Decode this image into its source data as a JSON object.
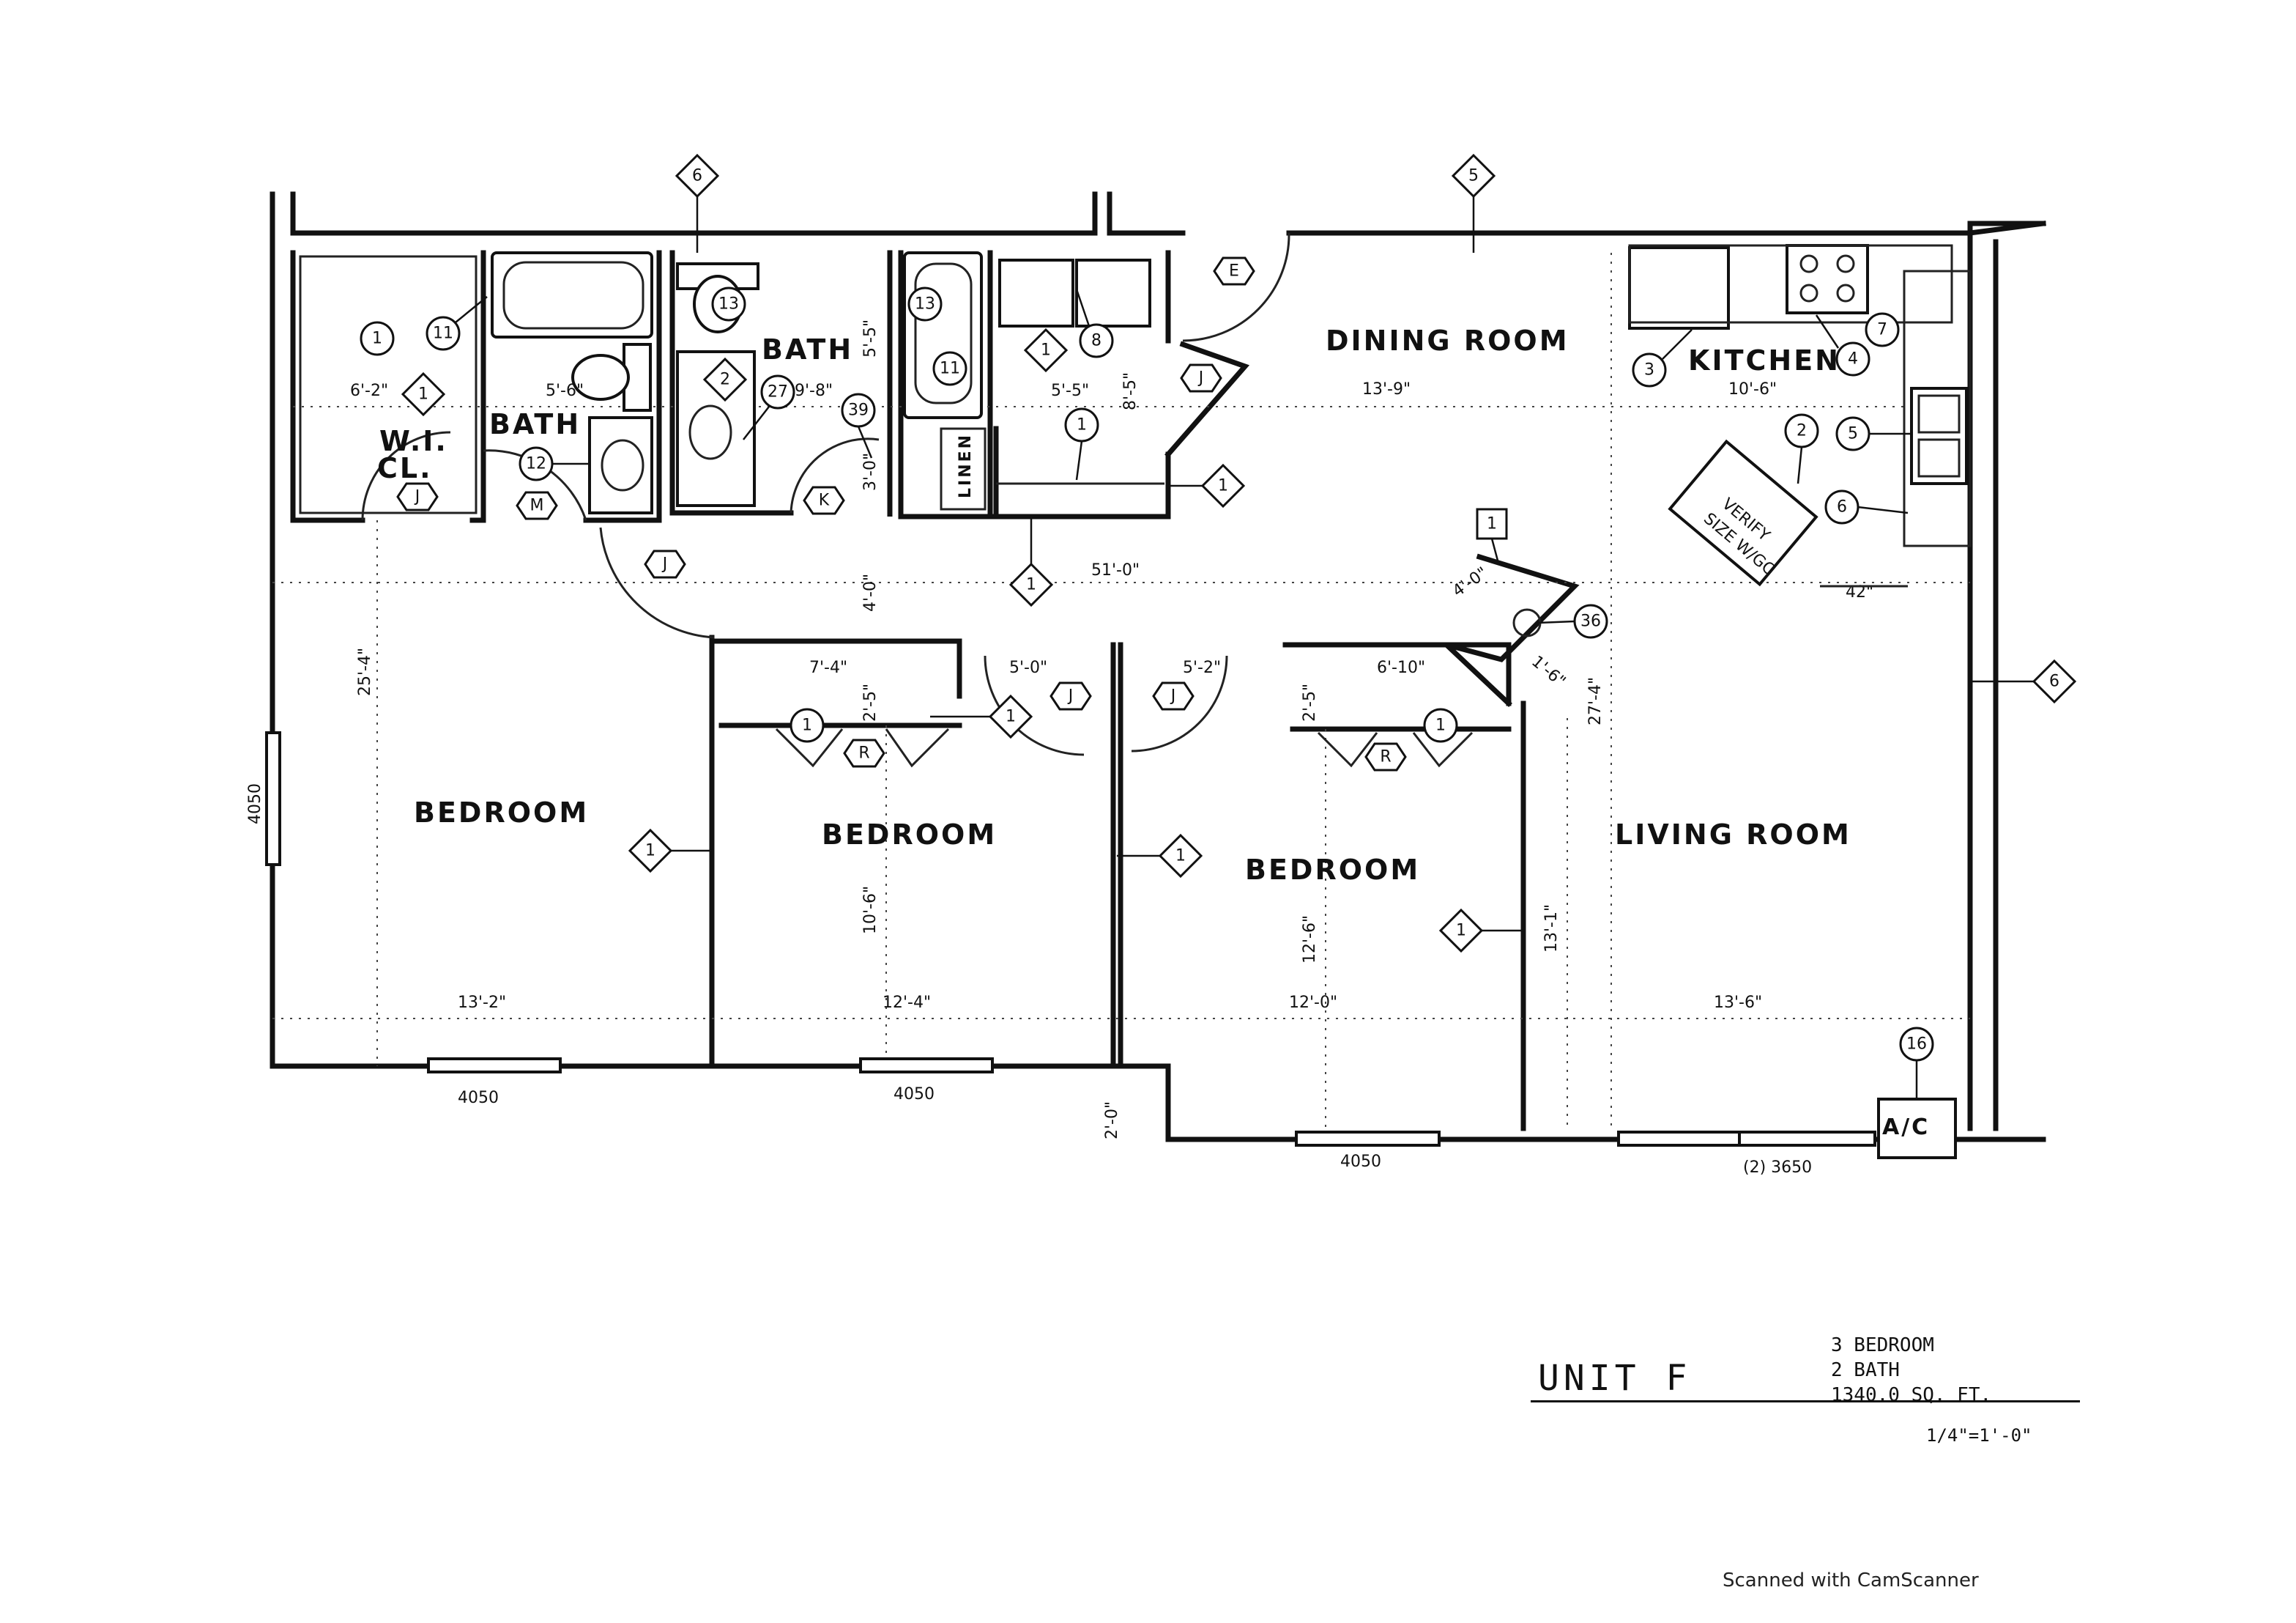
{
  "rooms": {
    "dining": "DINING ROOM",
    "kitchen": "KITCHEN",
    "bath_upper": "BATH",
    "bath_lower": "BATH",
    "walk_in_closet_1": "W.I.",
    "walk_in_closet_2": "CL.",
    "linen": "LINEN",
    "bedroom_1": "BEDROOM",
    "bedroom_2": "BEDROOM",
    "bedroom_3": "BEDROOM",
    "living": "LIVING ROOM",
    "ac": "A/C",
    "verify_note": [
      "VERIFY",
      "SIZE W/GC"
    ]
  },
  "dimensions": {
    "wic_width": "6'-2\"",
    "bath_lower_width": "5'-6\"",
    "bath_upper_height": "5'-5\"",
    "bath_upper_width": "9'-8\"",
    "closet_width": "5'-5\"",
    "closet_height": "8'-5\"",
    "dining_width": "13'-9\"",
    "kitchen_width": "10'-6\"",
    "hall_length": "51'-0\"",
    "hall_width": "4'-0\"",
    "linen_gap": "3'-0\"",
    "bedroom_1_depth": "25'-4\"",
    "bedroom_1_width": "13'-2\"",
    "bedroom_2_closet": "7'-4\"",
    "bedroom_2_closet_depth": "2'-5\"",
    "bedroom_2_depth": "10'-6\"",
    "bedroom_2_width": "12'-4\"",
    "bedroom_3_closet": "6'-10\"",
    "bedroom_3_closet_depth": "2'-5\"",
    "bedroom_3_depth": "12'-6\"",
    "bedroom_3_width": "12'-0\"",
    "hall_between_1": "5'-0\"",
    "hall_between_2": "5'-2\"",
    "wh_closet": "4'-0\"",
    "wh_closet_2": "1'-6\"",
    "living_depth": "27'-4\"",
    "living_depth_2": "13'-1\"",
    "living_width": "13'-6\"",
    "counter": "42\"",
    "offset": "2'-0\""
  },
  "windows": {
    "w_left": "4050",
    "w_bed1": "4050",
    "w_bed2": "4050",
    "w_bed3": "4050",
    "w_living": "(2) 3650"
  },
  "tags": {
    "diamond_6_top": "6",
    "diamond_5_top": "5",
    "diamond_6_right": "6",
    "diamond_1": "1",
    "diamond_2": "2",
    "circle_1": "1",
    "circle_11": "11",
    "circle_12": "12",
    "circle_13": "13",
    "circle_27": "27",
    "circle_39": "39",
    "circle_8": "8",
    "circle_3": "3",
    "circle_4": "4",
    "circle_7": "7",
    "circle_5": "5",
    "circle_2": "2",
    "circle_6": "6",
    "circle_36": "36",
    "circle_16": "16",
    "hex_E": "E",
    "hex_J": "J",
    "hex_K": "K",
    "hex_M": "M",
    "hex_R": "R",
    "square_1": "1"
  },
  "title_block": {
    "unit": "UNIT F",
    "bedrooms": "3 BEDROOM",
    "baths": "2 BATH",
    "area": "1340.0 SQ. FT.",
    "scale": "1/4\"=1'-0\""
  },
  "footer": "Scanned with CamScanner"
}
